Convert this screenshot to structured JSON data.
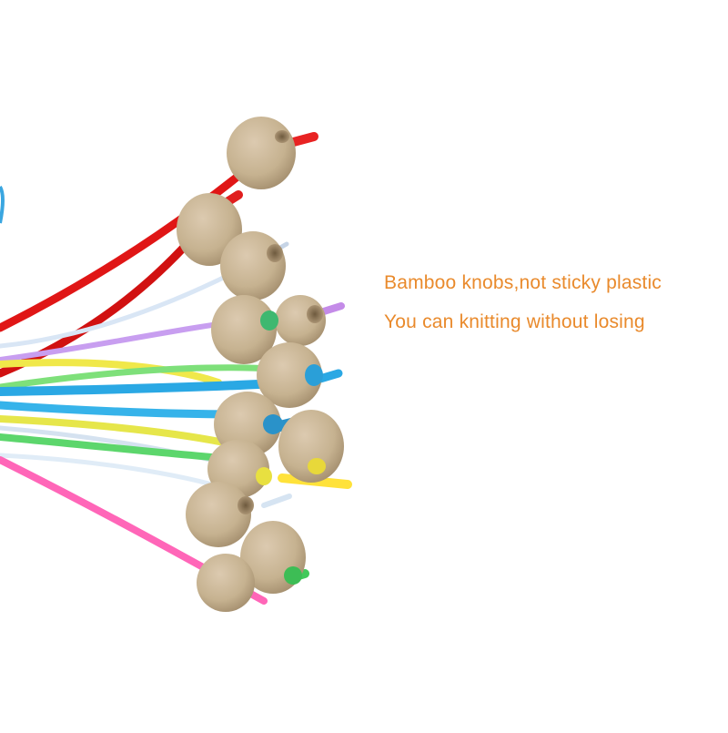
{
  "captions": {
    "line1": "Bamboo knobs,not sticky plastic",
    "line2": "You can knitting without losing"
  },
  "colors": {
    "caption": "#e98a2c",
    "knob_wood": "#c9b595",
    "knob_shadow": "#9c8666",
    "background": "#ffffff"
  },
  "product": {
    "knob_material": "bamboo",
    "cable_colors": [
      "#e21b1b",
      "#d41616",
      "#ff66b3",
      "#29b6e8",
      "#23a0d8",
      "#7ddc3c",
      "#e8e23a",
      "#b888e8",
      "#c5d8ef",
      "#ffd03a",
      "#8cd89a"
    ]
  }
}
